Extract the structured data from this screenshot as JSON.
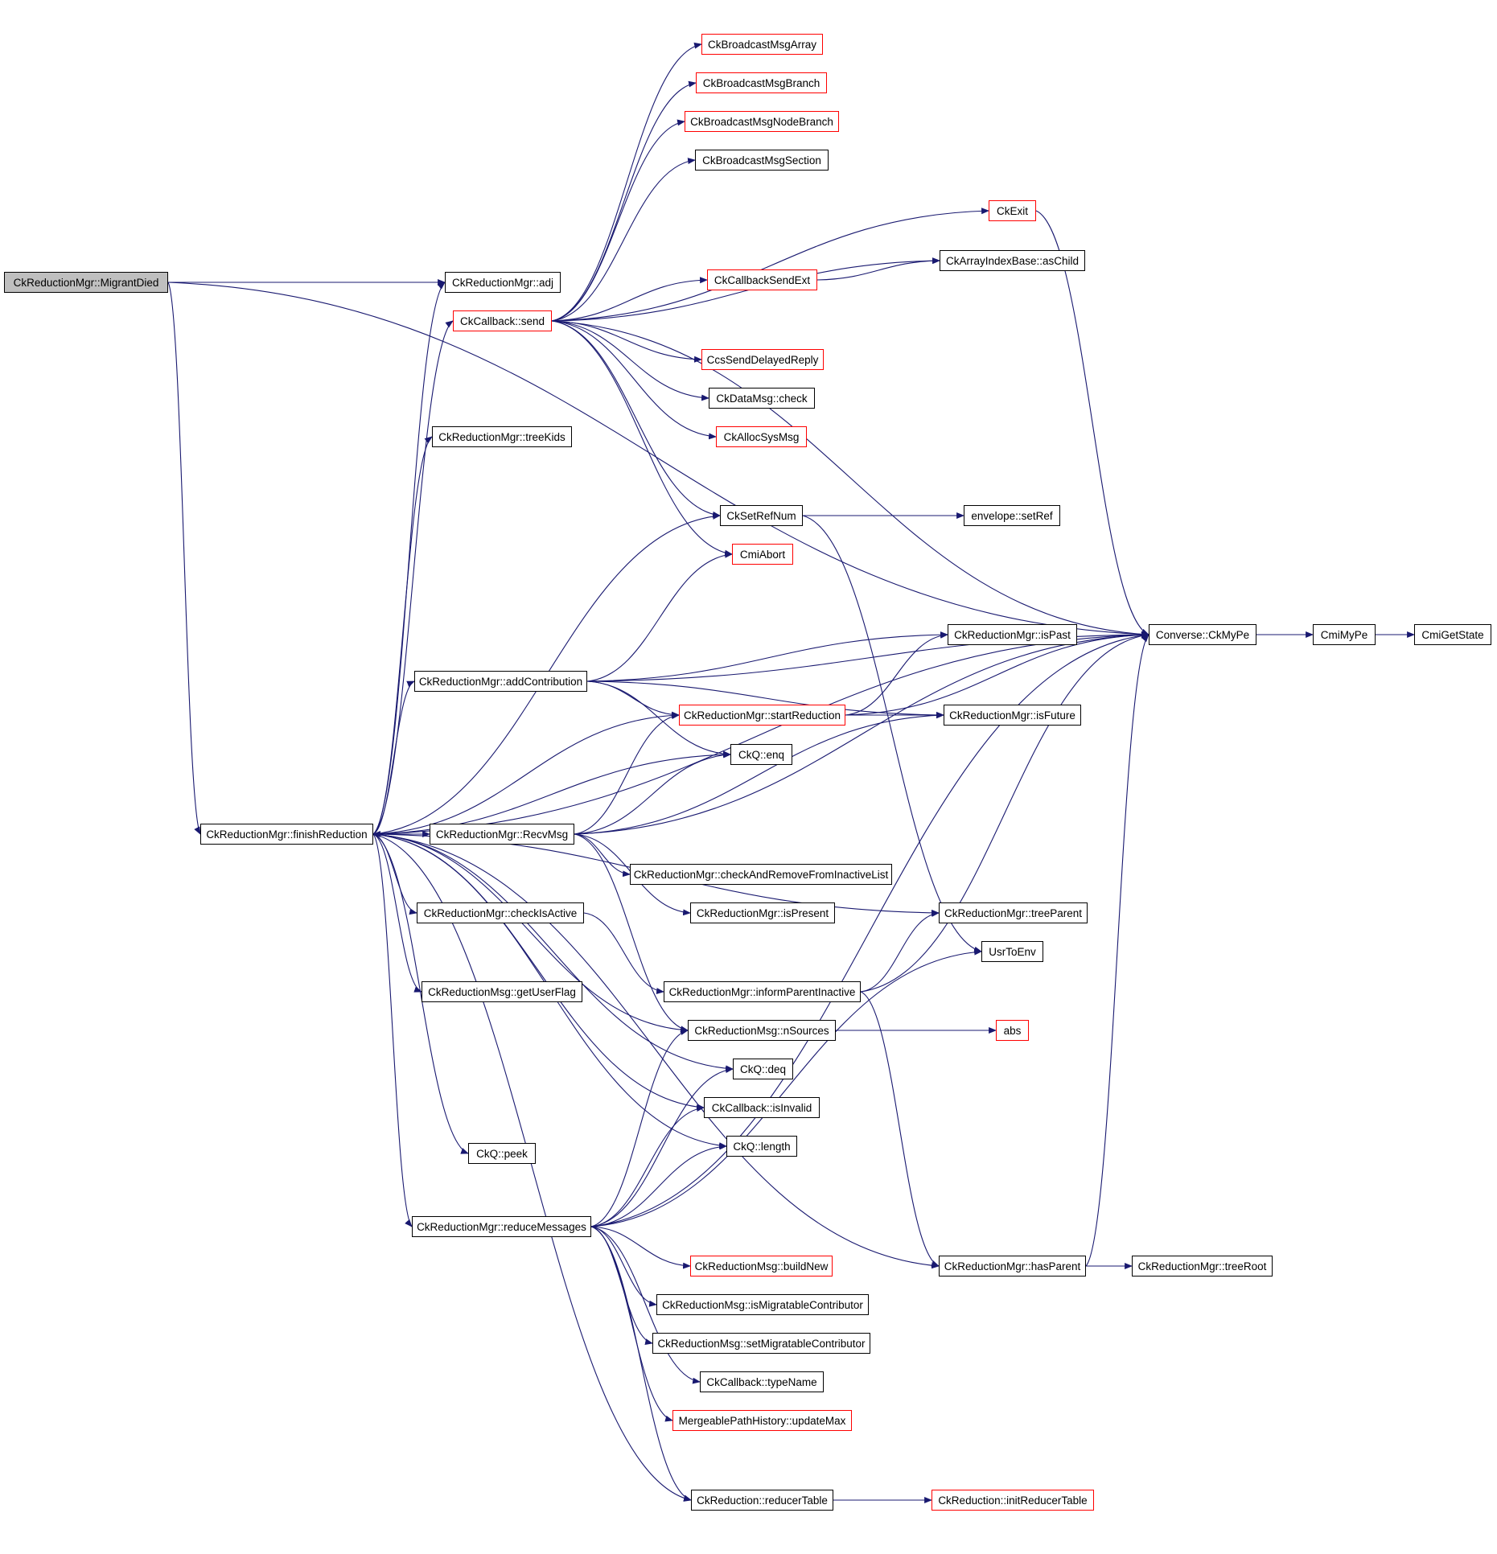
{
  "title": "Call graph of CkReductionMgr::MigrantDied",
  "colors": {
    "edge": "#191970",
    "node_border": "#000000",
    "node_border_truncated": "#ff0000",
    "root_fill": "#bfbfbf"
  },
  "nodes": [
    {
      "id": "MigrantDied",
      "label": "CkReductionMgr::MigrantDied",
      "style": "root"
    },
    {
      "id": "adj",
      "label": "CkReductionMgr::adj",
      "style": "normal"
    },
    {
      "id": "send",
      "label": "CkCallback::send",
      "style": "truncated"
    },
    {
      "id": "treeKids",
      "label": "CkReductionMgr::treeKids",
      "style": "normal"
    },
    {
      "id": "bArray",
      "label": "CkBroadcastMsgArray",
      "style": "truncated"
    },
    {
      "id": "bBranch",
      "label": "CkBroadcastMsgBranch",
      "style": "truncated"
    },
    {
      "id": "bNode",
      "label": "CkBroadcastMsgNodeBranch",
      "style": "truncated"
    },
    {
      "id": "bSection",
      "label": "CkBroadcastMsgSection",
      "style": "normal"
    },
    {
      "id": "CkExit",
      "label": "CkExit",
      "style": "truncated"
    },
    {
      "id": "asChild",
      "label": "CkArrayIndexBase::asChild",
      "style": "normal"
    },
    {
      "id": "sendExt",
      "label": "CkCallbackSendExt",
      "style": "truncated"
    },
    {
      "id": "ccs",
      "label": "CcsSendDelayedReply",
      "style": "truncated"
    },
    {
      "id": "dcheck",
      "label": "CkDataMsg::check",
      "style": "normal"
    },
    {
      "id": "alloc",
      "label": "CkAllocSysMsg",
      "style": "truncated"
    },
    {
      "id": "setRefNum",
      "label": "CkSetRefNum",
      "style": "normal"
    },
    {
      "id": "setRef",
      "label": "envelope::setRef",
      "style": "normal"
    },
    {
      "id": "abort",
      "label": "CmiAbort",
      "style": "truncated"
    },
    {
      "id": "myPe",
      "label": "Converse::CkMyPe",
      "style": "normal"
    },
    {
      "id": "cmiMyPe",
      "label": "CmiMyPe",
      "style": "normal"
    },
    {
      "id": "getState",
      "label": "CmiGetState",
      "style": "normal"
    },
    {
      "id": "isPast",
      "label": "CkReductionMgr::isPast",
      "style": "normal"
    },
    {
      "id": "addContrib",
      "label": "CkReductionMgr::addContribution",
      "style": "normal"
    },
    {
      "id": "startRed",
      "label": "CkReductionMgr::startReduction",
      "style": "truncated"
    },
    {
      "id": "isFuture",
      "label": "CkReductionMgr::isFuture",
      "style": "normal"
    },
    {
      "id": "enq",
      "label": "CkQ::enq",
      "style": "normal"
    },
    {
      "id": "finish",
      "label": "CkReductionMgr::finishReduction",
      "style": "normal"
    },
    {
      "id": "recv",
      "label": "CkReductionMgr::RecvMsg",
      "style": "normal"
    },
    {
      "id": "checkRemove",
      "label": "CkReductionMgr::checkAndRemoveFromInactiveList",
      "style": "normal"
    },
    {
      "id": "isPresent",
      "label": "CkReductionMgr::isPresent",
      "style": "normal"
    },
    {
      "id": "treeParent",
      "label": "CkReductionMgr::treeParent",
      "style": "normal"
    },
    {
      "id": "usrToEnv",
      "label": "UsrToEnv",
      "style": "normal"
    },
    {
      "id": "checkActive",
      "label": "CkReductionMgr::checkIsActive",
      "style": "normal"
    },
    {
      "id": "inform",
      "label": "CkReductionMgr::informParentInactive",
      "style": "normal"
    },
    {
      "id": "userFlag",
      "label": "CkReductionMsg::getUserFlag",
      "style": "normal"
    },
    {
      "id": "nSources",
      "label": "CkReductionMsg::nSources",
      "style": "normal"
    },
    {
      "id": "abs",
      "label": "abs",
      "style": "truncated"
    },
    {
      "id": "deq",
      "label": "CkQ::deq",
      "style": "normal"
    },
    {
      "id": "isInvalid",
      "label": "CkCallback::isInvalid",
      "style": "normal"
    },
    {
      "id": "length",
      "label": "CkQ::length",
      "style": "normal"
    },
    {
      "id": "peek",
      "label": "CkQ::peek",
      "style": "normal"
    },
    {
      "id": "reduceMsgs",
      "label": "CkReductionMgr::reduceMessages",
      "style": "normal"
    },
    {
      "id": "buildNew",
      "label": "CkReductionMsg::buildNew",
      "style": "truncated"
    },
    {
      "id": "hasParent",
      "label": "CkReductionMgr::hasParent",
      "style": "normal"
    },
    {
      "id": "treeRoot",
      "label": "CkReductionMgr::treeRoot",
      "style": "normal"
    },
    {
      "id": "isMig",
      "label": "CkReductionMsg::isMigratableContributor",
      "style": "normal"
    },
    {
      "id": "setMig",
      "label": "CkReductionMsg::setMigratableContributor",
      "style": "normal"
    },
    {
      "id": "typeName",
      "label": "CkCallback::typeName",
      "style": "normal"
    },
    {
      "id": "updateMax",
      "label": "MergeablePathHistory::updateMax",
      "style": "truncated"
    },
    {
      "id": "reducerTable",
      "label": "CkReduction::reducerTable",
      "style": "normal"
    },
    {
      "id": "initReducer",
      "label": "CkReduction::initReducerTable",
      "style": "truncated"
    }
  ],
  "edges": [
    [
      "MigrantDied",
      "adj"
    ],
    [
      "MigrantDied",
      "myPe"
    ],
    [
      "MigrantDied",
      "finish"
    ],
    [
      "send",
      "bArray"
    ],
    [
      "send",
      "bBranch"
    ],
    [
      "send",
      "bNode"
    ],
    [
      "send",
      "bSection"
    ],
    [
      "send",
      "CkExit"
    ],
    [
      "send",
      "asChild"
    ],
    [
      "send",
      "sendExt"
    ],
    [
      "send",
      "myPe"
    ],
    [
      "send",
      "ccs"
    ],
    [
      "send",
      "dcheck"
    ],
    [
      "send",
      "alloc"
    ],
    [
      "send",
      "setRefNum"
    ],
    [
      "send",
      "abort"
    ],
    [
      "sendExt",
      "asChild"
    ],
    [
      "CkExit",
      "myPe"
    ],
    [
      "setRefNum",
      "setRef"
    ],
    [
      "setRefNum",
      "usrToEnv"
    ],
    [
      "myPe",
      "cmiMyPe"
    ],
    [
      "cmiMyPe",
      "getState"
    ],
    [
      "addContrib",
      "abort"
    ],
    [
      "addContrib",
      "myPe"
    ],
    [
      "addContrib",
      "isPast"
    ],
    [
      "addContrib",
      "startRed"
    ],
    [
      "addContrib",
      "isFuture"
    ],
    [
      "addContrib",
      "enq"
    ],
    [
      "startRed",
      "isPast"
    ],
    [
      "startRed",
      "myPe"
    ],
    [
      "startRed",
      "isFuture"
    ],
    [
      "finish",
      "adj"
    ],
    [
      "finish",
      "send"
    ],
    [
      "finish",
      "treeKids"
    ],
    [
      "finish",
      "myPe"
    ],
    [
      "finish",
      "setRefNum"
    ],
    [
      "finish",
      "addContrib"
    ],
    [
      "finish",
      "startRed"
    ],
    [
      "finish",
      "enq"
    ],
    [
      "finish",
      "recv"
    ],
    [
      "finish",
      "checkActive"
    ],
    [
      "finish",
      "treeParent"
    ],
    [
      "finish",
      "userFlag"
    ],
    [
      "finish",
      "nSources"
    ],
    [
      "finish",
      "deq"
    ],
    [
      "finish",
      "isInvalid"
    ],
    [
      "finish",
      "length"
    ],
    [
      "finish",
      "peek"
    ],
    [
      "finish",
      "reduceMsgs"
    ],
    [
      "finish",
      "hasParent"
    ],
    [
      "finish",
      "reducerTable"
    ],
    [
      "recv",
      "finish"
    ],
    [
      "recv",
      "startRed"
    ],
    [
      "recv",
      "enq"
    ],
    [
      "recv",
      "isFuture"
    ],
    [
      "recv",
      "myPe"
    ],
    [
      "recv",
      "checkRemove"
    ],
    [
      "recv",
      "isPresent"
    ],
    [
      "recv",
      "nSources"
    ],
    [
      "checkActive",
      "inform"
    ],
    [
      "inform",
      "treeParent"
    ],
    [
      "inform",
      "myPe"
    ],
    [
      "inform",
      "hasParent"
    ],
    [
      "nSources",
      "abs"
    ],
    [
      "reduceMsgs",
      "nSources"
    ],
    [
      "reduceMsgs",
      "deq"
    ],
    [
      "reduceMsgs",
      "isInvalid"
    ],
    [
      "reduceMsgs",
      "length"
    ],
    [
      "reduceMsgs",
      "usrToEnv"
    ],
    [
      "reduceMsgs",
      "myPe"
    ],
    [
      "reduceMsgs",
      "buildNew"
    ],
    [
      "reduceMsgs",
      "isMig"
    ],
    [
      "reduceMsgs",
      "setMig"
    ],
    [
      "reduceMsgs",
      "typeName"
    ],
    [
      "reduceMsgs",
      "updateMax"
    ],
    [
      "reduceMsgs",
      "reducerTable"
    ],
    [
      "hasParent",
      "myPe"
    ],
    [
      "hasParent",
      "treeRoot"
    ],
    [
      "reducerTable",
      "initReducer"
    ]
  ]
}
